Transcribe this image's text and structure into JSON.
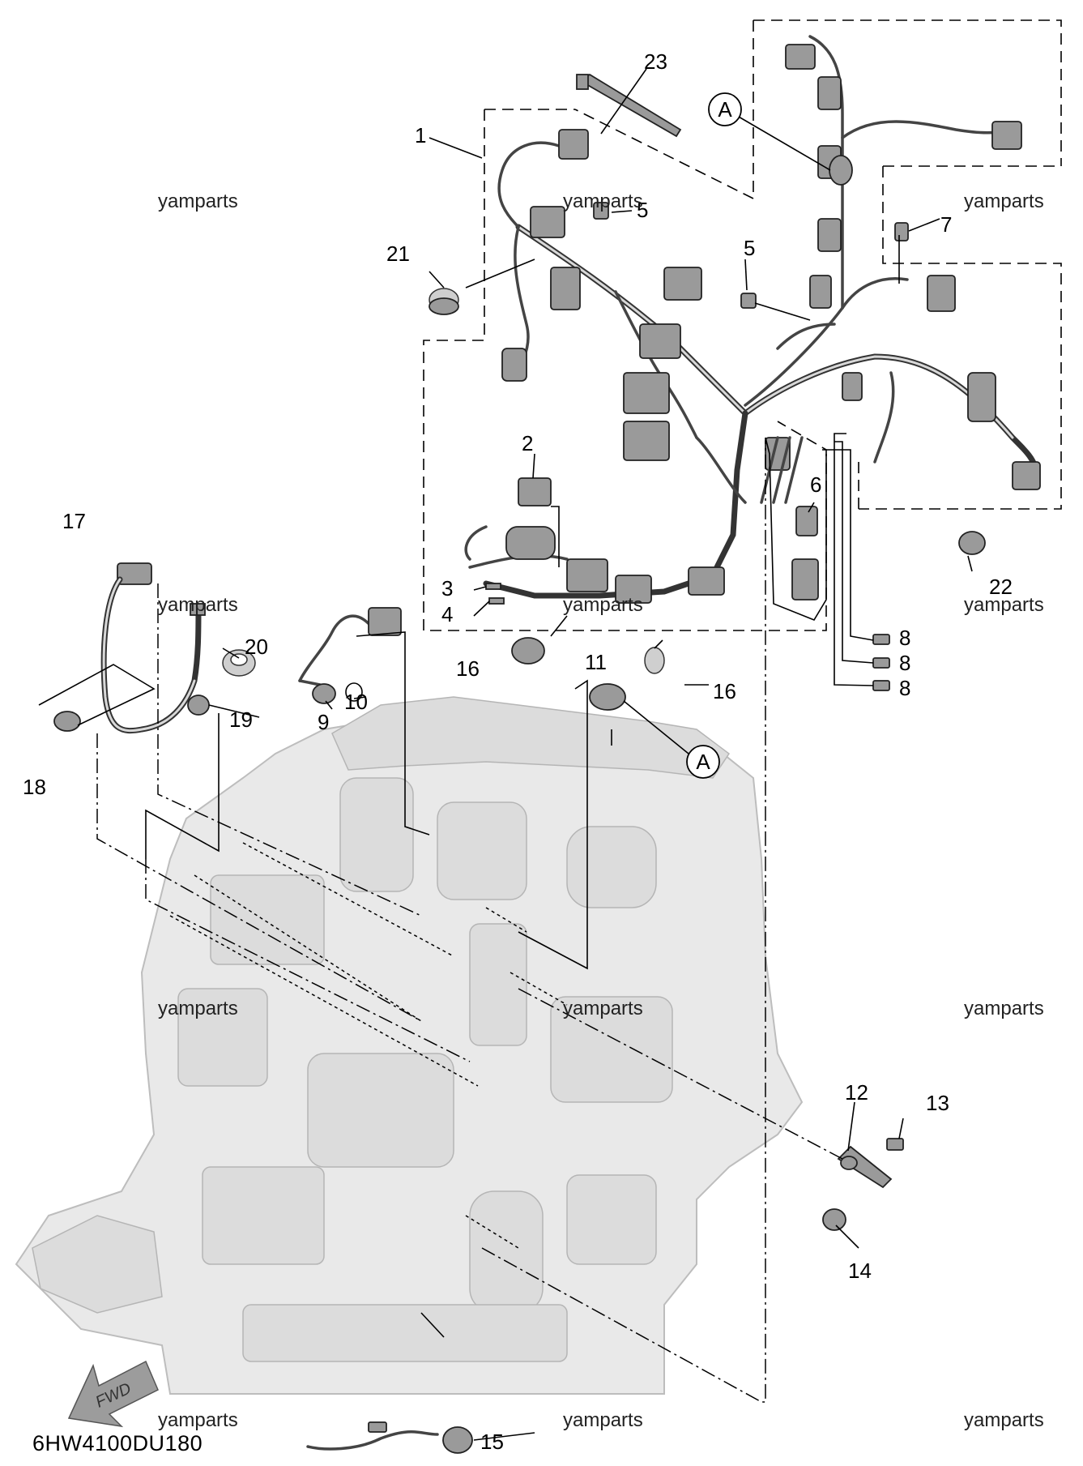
{
  "diagram": {
    "code": "6HW4100DU180",
    "watermark": "yamparts",
    "fwd_label": "FWD",
    "ref_label": "A",
    "callouts": {
      "c1": "1",
      "c2": "2",
      "c3": "3",
      "c4": "4",
      "c5a": "5",
      "c5b": "5",
      "c6": "6",
      "c7": "7",
      "c8a": "8",
      "c8b": "8",
      "c8c": "8",
      "c9": "9",
      "c10": "10",
      "c11": "11",
      "c12": "12",
      "c13": "13",
      "c14": "14",
      "c15": "15",
      "c16a": "16",
      "c16b": "16",
      "c17": "17",
      "c18": "18",
      "c19": "19",
      "c20": "20",
      "c21": "21",
      "c22": "22",
      "c23": "23"
    },
    "colors": {
      "ink": "#000000",
      "part": "#9a9a9a",
      "engine": "#e9e9e9"
    }
  }
}
